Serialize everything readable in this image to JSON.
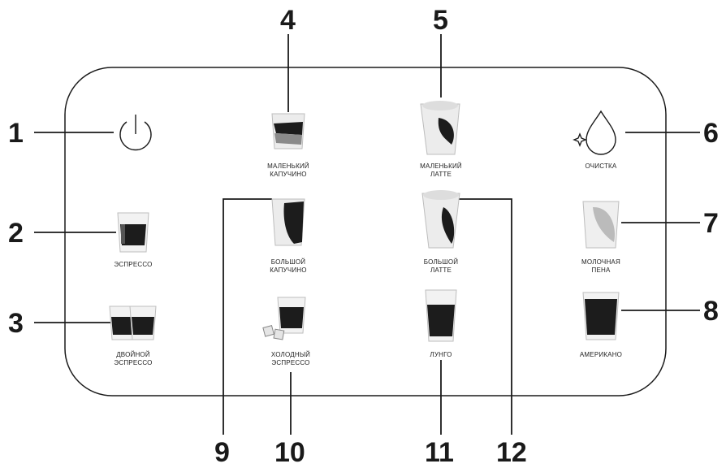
{
  "panel": {
    "buttons": [
      {
        "id": "power",
        "number": "1",
        "icon": "power-icon",
        "label": []
      },
      {
        "id": "espresso",
        "number": "2",
        "icon": "espresso-glass-icon",
        "label": [
          "ЭСПРЕССО"
        ]
      },
      {
        "id": "double-espresso",
        "number": "3",
        "icon": "double-espresso-glasses-icon",
        "label": [
          "ДВОЙНОЙ",
          "ЭСПРЕССО"
        ]
      },
      {
        "id": "small-cappuccino",
        "number": "4",
        "icon": "small-cappuccino-glass-icon",
        "label": [
          "МАЛЕНЬКИЙ",
          "КАПУЧИНО"
        ]
      },
      {
        "id": "small-latte",
        "number": "5",
        "icon": "small-latte-glass-icon",
        "label": [
          "МАЛЕНЬКИЙ",
          "ЛАТТЕ"
        ]
      },
      {
        "id": "cleaning",
        "number": "6",
        "icon": "water-drop-sparkle-icon",
        "label": [
          "ОЧИСТКА"
        ]
      },
      {
        "id": "milk-foam",
        "number": "7",
        "icon": "milk-foam-glass-icon",
        "label": [
          "МОЛОЧНАЯ",
          "ПЕНА"
        ]
      },
      {
        "id": "americano",
        "number": "8",
        "icon": "americano-glass-icon",
        "label": [
          "АМЕРИКАНО"
        ]
      },
      {
        "id": "large-cappuccino",
        "number": "9",
        "icon": "large-cappuccino-glass-icon",
        "label": [
          "БОЛЬШОЙ",
          "КАПУЧИНО"
        ]
      },
      {
        "id": "cold-espresso",
        "number": "10",
        "icon": "cold-espresso-glass-icon",
        "label": [
          "ХОЛОДНЫЙ",
          "ЭСПРЕССО"
        ]
      },
      {
        "id": "lungo",
        "number": "11",
        "icon": "lungo-glass-icon",
        "label": [
          "ЛУНГО"
        ]
      },
      {
        "id": "large-latte",
        "number": "12",
        "icon": "large-latte-glass-icon",
        "label": [
          "БОЛЬШОЙ",
          "ЛАТТЕ"
        ]
      }
    ]
  },
  "colors": {
    "outline": "#1a1a1a",
    "coffee": "#1c1c1c",
    "milk": "#e8e8e8",
    "glass": "#cfcfcf"
  }
}
